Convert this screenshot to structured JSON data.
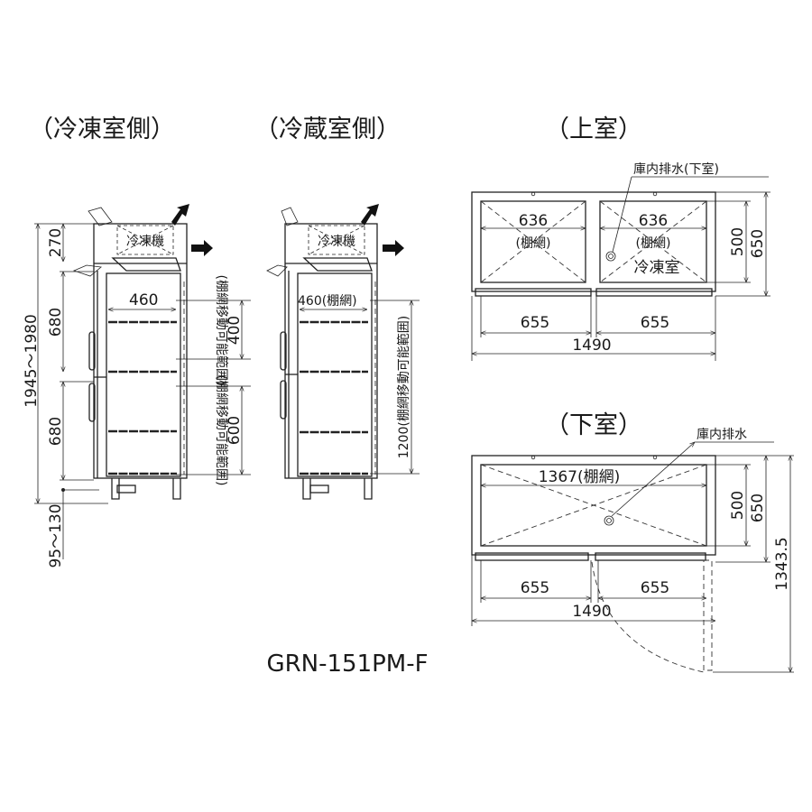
{
  "titles": {
    "freezer_side": "（冷凍室側）",
    "fridge_side": "（冷蔵室側）",
    "upper": "（上室）",
    "lower": "（下室）"
  },
  "model": "GRN-151PM-F",
  "freezer_side": {
    "machine_label": "冷凍機",
    "total_height": "1945～1980",
    "top_height": "270",
    "upper_door": "680",
    "lower_door": "680",
    "leg_height": "95～130",
    "shelf_depth": "460",
    "range_upper": "400",
    "range_lower": "600",
    "range_label": "(棚網移動可能範囲)"
  },
  "fridge_side": {
    "machine_label": "冷凍機",
    "shelf_depth": "460(棚網)",
    "range": "1200(棚網移動可能範囲)"
  },
  "upper_plan": {
    "shelf_width": "636",
    "shelf_label": "(棚網)",
    "compartment": "冷凍室",
    "drain_label": "庫内排水(下室)",
    "inner_depth": "500",
    "outer_depth": "650",
    "door_width": "655",
    "total_width": "1490"
  },
  "lower_plan": {
    "shelf_width": "1367(棚網)",
    "drain_label": "庫内排水",
    "inner_depth": "500",
    "outer_depth": "650",
    "open_depth": "1343.5",
    "door_width": "655",
    "total_width": "1490"
  }
}
